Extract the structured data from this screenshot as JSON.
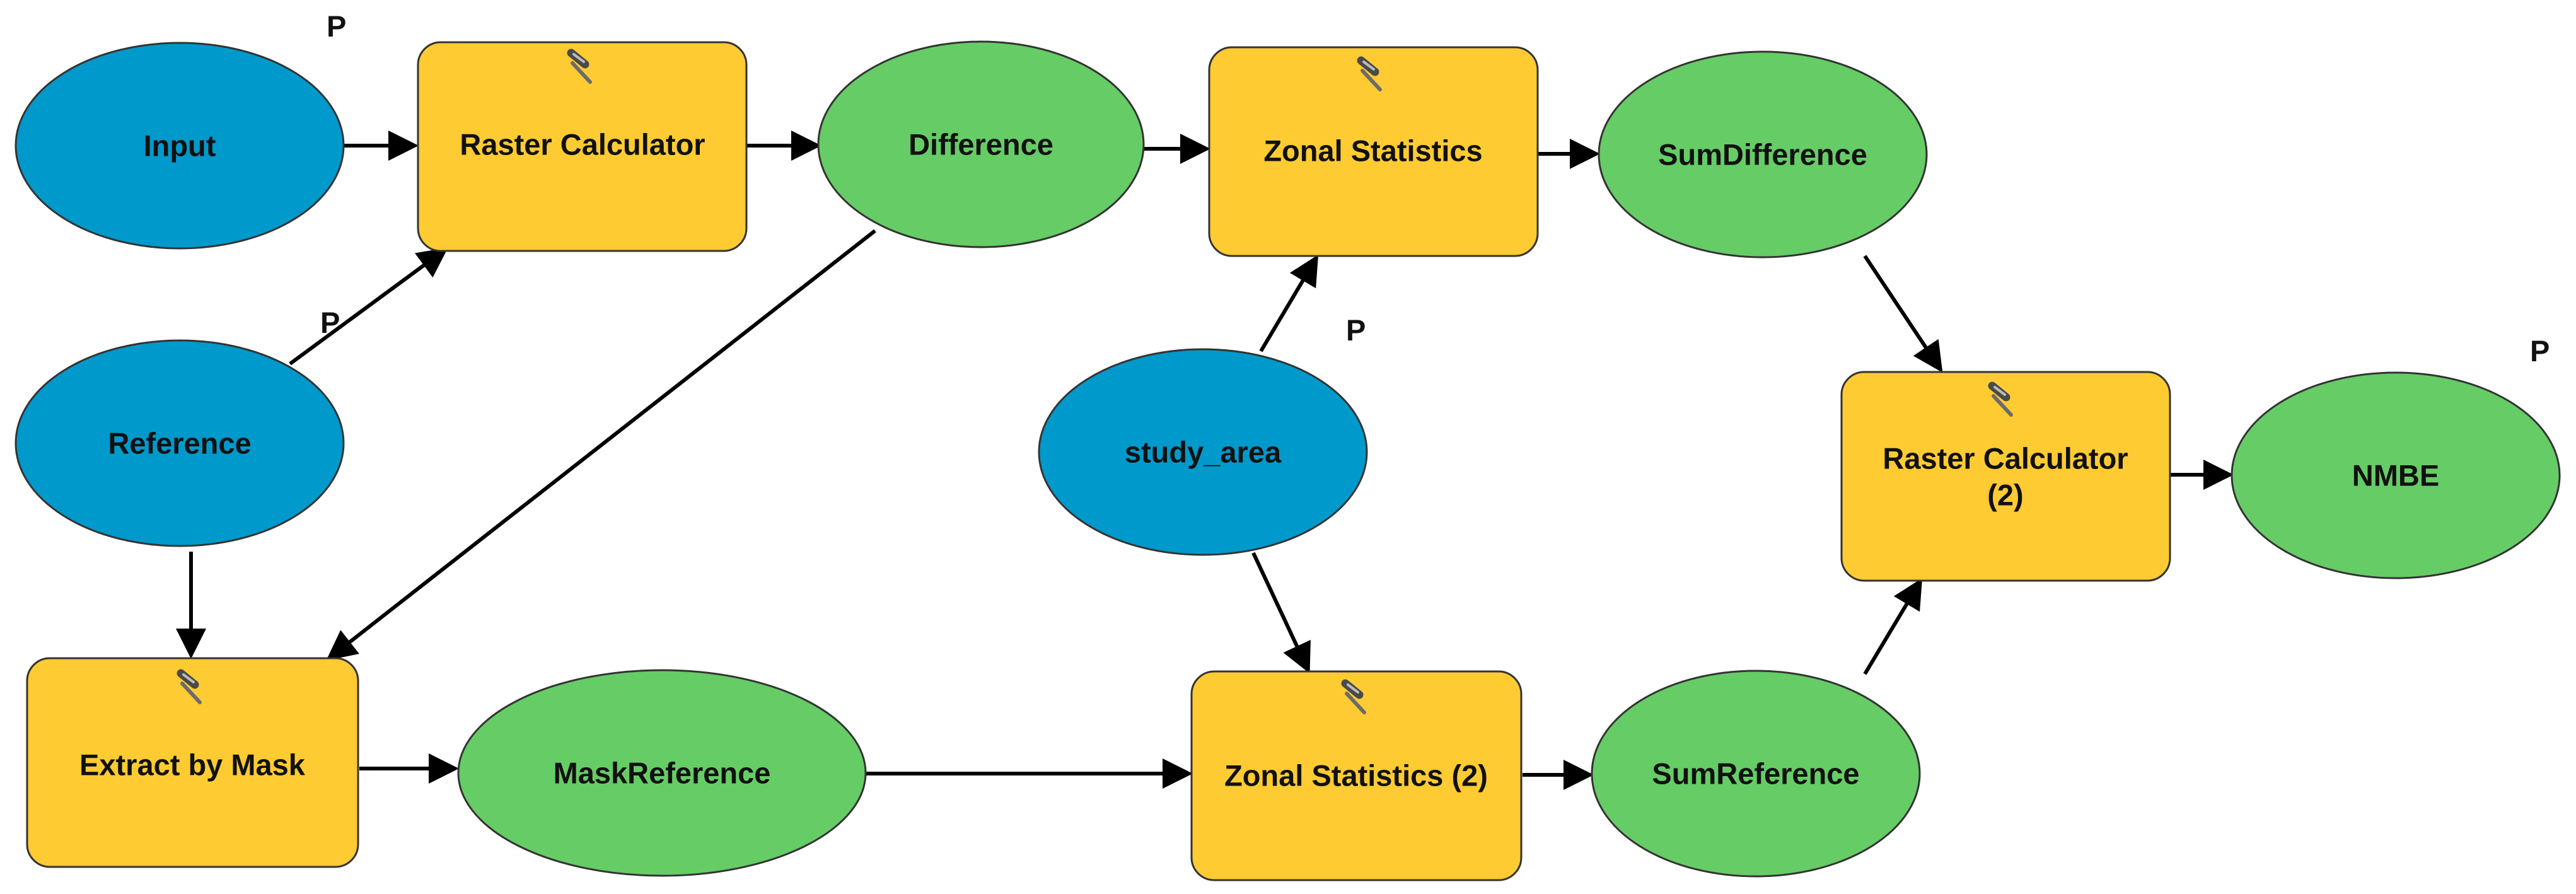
{
  "colors": {
    "input_variable": "#0099cc",
    "tool": "#fecb32",
    "derived_data": "#66cc66",
    "outline": "#333333",
    "connector": "#000000"
  },
  "nodes": {
    "input": {
      "label": "Input",
      "kind": "input_variable"
    },
    "reference": {
      "label": "Reference",
      "kind": "input_variable"
    },
    "study_area": {
      "label": "study_area",
      "kind": "input_variable"
    },
    "raster_calculator": {
      "label": "Raster Calculator",
      "kind": "tool",
      "icon": "hammer-icon"
    },
    "zonal_statistics": {
      "label": "Zonal Statistics",
      "kind": "tool",
      "icon": "hammer-icon"
    },
    "extract_by_mask": {
      "label": "Extract by Mask",
      "kind": "tool",
      "icon": "hammer-icon"
    },
    "zonal_statistics_2": {
      "label": "Zonal Statistics (2)",
      "kind": "tool",
      "icon": "hammer-icon"
    },
    "raster_calculator_2": {
      "label_line1": "Raster Calculator",
      "label_line2": "(2)",
      "kind": "tool",
      "icon": "hammer-icon"
    },
    "difference": {
      "label": "Difference",
      "kind": "derived_data"
    },
    "sum_difference": {
      "label": "SumDifference",
      "kind": "derived_data"
    },
    "mask_reference": {
      "label": "MaskReference",
      "kind": "derived_data"
    },
    "sum_reference": {
      "label": "SumReference",
      "kind": "derived_data"
    },
    "nmbe": {
      "label": "NMBE",
      "kind": "derived_data"
    }
  },
  "parameter_markers": {
    "input": "P",
    "reference": "P",
    "study_area": "P",
    "nmbe": "P"
  },
  "edges": [
    [
      "input",
      "raster_calculator"
    ],
    [
      "reference",
      "raster_calculator"
    ],
    [
      "raster_calculator",
      "difference"
    ],
    [
      "difference",
      "zonal_statistics"
    ],
    [
      "difference",
      "extract_by_mask"
    ],
    [
      "reference",
      "extract_by_mask"
    ],
    [
      "study_area",
      "zonal_statistics"
    ],
    [
      "study_area",
      "zonal_statistics_2"
    ],
    [
      "zonal_statistics",
      "sum_difference"
    ],
    [
      "extract_by_mask",
      "mask_reference"
    ],
    [
      "mask_reference",
      "zonal_statistics_2"
    ],
    [
      "zonal_statistics_2",
      "sum_reference"
    ],
    [
      "sum_difference",
      "raster_calculator_2"
    ],
    [
      "sum_reference",
      "raster_calculator_2"
    ],
    [
      "raster_calculator_2",
      "nmbe"
    ]
  ]
}
